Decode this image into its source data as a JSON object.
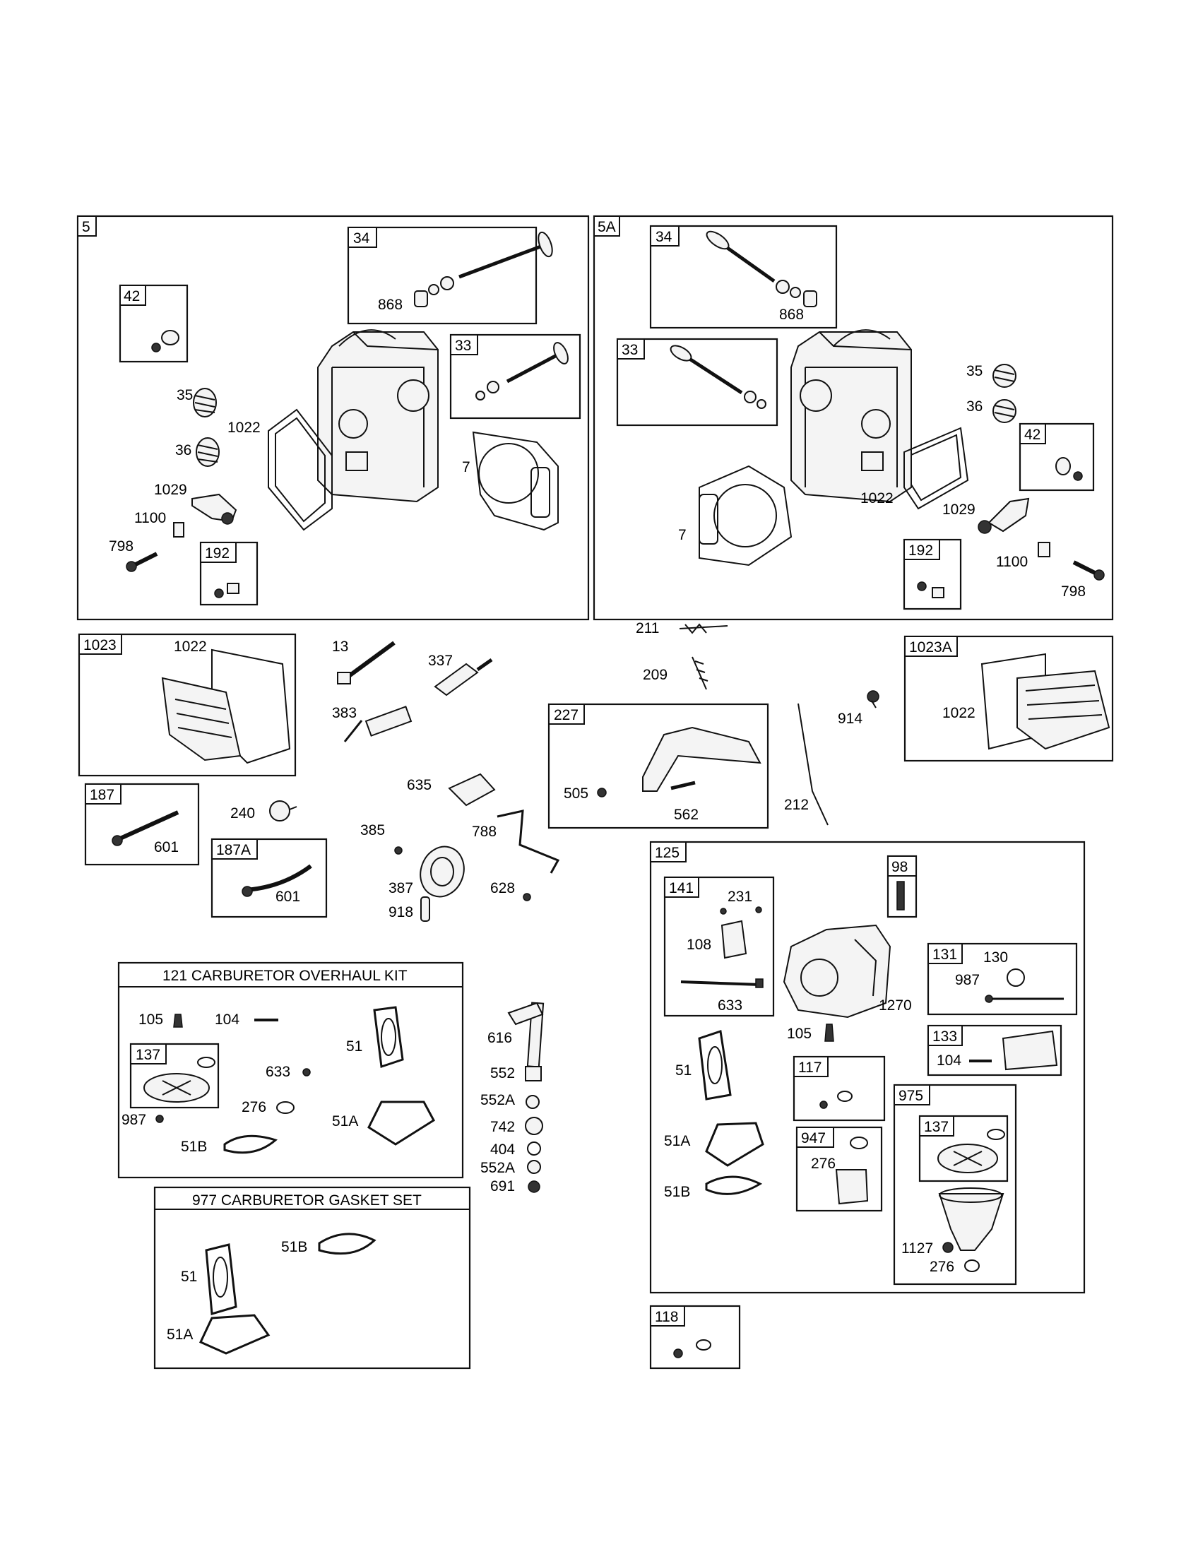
{
  "boxes": {
    "b5": "5",
    "b5_34": "34",
    "b5_33": "33",
    "b5_42": "42",
    "b5_192": "192",
    "b5A": "5A",
    "b5A_34": "34",
    "b5A_33": "33",
    "b5A_42": "42",
    "b5A_192": "192",
    "b1023": "1023",
    "b1023A": "1023A",
    "b187": "187",
    "b187A": "187A",
    "b227": "227",
    "b125": "125",
    "b141": "141",
    "b98": "98",
    "b131": "131",
    "b133": "133",
    "b117": "117",
    "b975": "975",
    "b947": "947",
    "b975_137": "137",
    "b118": "118",
    "b121_137": "137"
  },
  "kits": {
    "overhaul": "121 CARBURETOR OVERHAUL KIT",
    "gasket": "977 CARBURETOR GASKET SET"
  },
  "labels": {
    "l868a": "868",
    "l35a": "35",
    "l36a": "36",
    "l1022a": "1022",
    "l7a": "7",
    "l1029a": "1029",
    "l1100a": "1100",
    "l798a": "798",
    "l868b": "868",
    "l35b": "35",
    "l36b": "36",
    "l1022b": "1022",
    "l7b": "7",
    "l1029b": "1029",
    "l1100b": "1100",
    "l798b": "798",
    "l1022c": "1022",
    "l13": "13",
    "l337": "337",
    "l383": "383",
    "l211": "211",
    "l209": "209",
    "l505": "505",
    "l562": "562",
    "l914": "914",
    "l1022d": "1022",
    "l240": "240",
    "l601a": "601",
    "l601b": "601",
    "l635": "635",
    "l385": "385",
    "l788": "788",
    "l212": "212",
    "l387": "387",
    "l628": "628",
    "l918": "918",
    "l105a": "105",
    "l104a": "104",
    "l51a": "51",
    "l633a": "633",
    "l987a": "987",
    "l276a": "276",
    "l51Aa": "51A",
    "l51Ba": "51B",
    "l616": "616",
    "l552": "552",
    "l552Aa": "552A",
    "l742": "742",
    "l404": "404",
    "l552Ab": "552A",
    "l691": "691",
    "l51b": "51",
    "l51Bb": "51B",
    "l51Ab": "51A",
    "l231": "231",
    "l108": "108",
    "l633b": "633",
    "l1270": "1270",
    "l130": "130",
    "l987b": "987",
    "l105b": "105",
    "l104b": "104",
    "l51c": "51",
    "l51Ac": "51A",
    "l51Bc": "51B",
    "l276b": "276",
    "l1127": "1127",
    "l276c": "276"
  }
}
